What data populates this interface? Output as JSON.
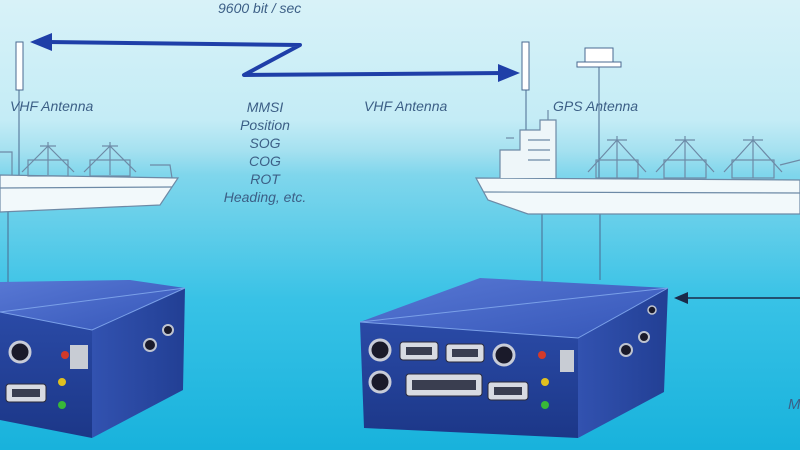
{
  "link": {
    "data_rate": "9600 bit / sec"
  },
  "antennas": {
    "left_vhf": "VHF Antenna",
    "right_vhf": "VHF Antenna",
    "gps": "GPS Antenna"
  },
  "messages": [
    "MMSI",
    "Position",
    "SOG",
    "COG",
    "ROT",
    "Heading, etc."
  ],
  "edge_text": "M",
  "colors": {
    "arrow": "#1f3fa8",
    "label": "#3c5f86",
    "transponder": "#2d50b4",
    "sky": "#d8f2f8",
    "sea": "#18b2dc"
  }
}
